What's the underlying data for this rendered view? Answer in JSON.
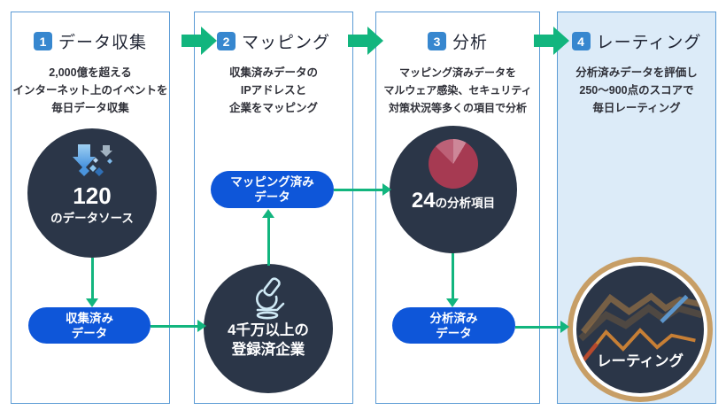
{
  "colors": {
    "accent_green": "#12b57e",
    "panel_border": "#5b9bd5",
    "panel4_background": "#dcebf8",
    "badge_blue": "#3787cf",
    "pill_blue": "#0e56d9",
    "circle_navy": "#2b3648",
    "pie_main": "#a63a52",
    "pie_light": "#cd8798",
    "ring_tan": "#c79e66"
  },
  "panels": [
    {
      "step": "1",
      "title": "データ収集",
      "description": [
        "2,000億を超える",
        "インターネット上のイベントを",
        "毎日データ収集"
      ],
      "circle": {
        "icon": "data-sources-icon",
        "number": "120",
        "label": "のデータソース"
      },
      "pill": {
        "lines": [
          "収集済み",
          "データ"
        ]
      }
    },
    {
      "step": "2",
      "title": "マッピング",
      "description": [
        "収集済みデータの",
        "IPアドレスと",
        "企業をマッピング"
      ],
      "circle": {
        "icon": "microscope-icon",
        "lines": [
          "4千万以上の",
          "登録済企業"
        ]
      },
      "pill": {
        "lines": [
          "マッピング済み",
          "データ"
        ]
      }
    },
    {
      "step": "3",
      "title": "分析",
      "description": [
        "マッピング済みデータを",
        "マルウェア感染、セキュリティ",
        "対策状況等多くの項目で分析"
      ],
      "circle": {
        "icon": "pie-chart-icon",
        "number": "24",
        "label": "の分析項目"
      },
      "pill": {
        "lines": [
          "分析済み",
          "データ"
        ]
      }
    },
    {
      "step": "4",
      "title": "レーティング",
      "description": [
        "分析済みデータを評価し",
        "250～900点のスコアで",
        "毎日レーティング"
      ],
      "rating_circle": {
        "icon": "line-chart-icon",
        "label": "レーティング"
      }
    }
  ]
}
